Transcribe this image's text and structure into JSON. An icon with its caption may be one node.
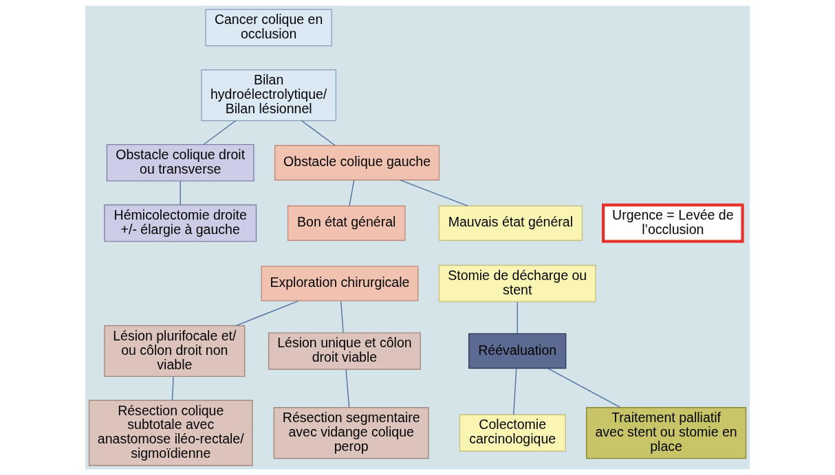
{
  "diagram": {
    "nodes": [
      {
        "text": [
          "Cancer colique en occlusion"
        ]
      },
      {
        "text": [
          "Bilan hydroélectrolytique/ Bilan lésionnel"
        ]
      },
      {
        "text": [
          "Obstacle colique droit ou transverse"
        ]
      },
      {
        "text": [
          "Hémicolectomie droite +/- élargie à gauche"
        ]
      },
      {
        "text": [
          "Obstacle colique gauche"
        ]
      },
      {
        "text": [
          "Bon état général"
        ]
      },
      {
        "text": [
          "Mauvais état général"
        ]
      },
      {
        "text": [
          "Urgence = Levée de l’occlusion"
        ]
      },
      {
        "text": [
          "Exploration chirurgicale"
        ]
      },
      {
        "text": [
          "Stomie de décharge ou stent"
        ]
      },
      {
        "text": [
          "Lésion plurifocale et/ ou côlon droit non viable"
        ]
      },
      {
        "text": [
          "Lésion unique et côlon droit viable"
        ]
      },
      {
        "text": [
          "Réévaluation"
        ]
      },
      {
        "text": [
          "Résection segmentaire avec vidange colique perop"
        ]
      },
      {
        "text": [
          "Colectomie carcinologique"
        ]
      },
      {
        "text": [
          "Résection colique subtotale avec anastomose iléo-rectale/ sigmoïdienne"
        ]
      },
      {
        "text": [
          "Traitement palliatif avec stent ou stomie en place"
        ]
      }
    ],
    "edges": [
      {
        "from": 1,
        "to": 2,
        "arrow": "none"
      },
      {
        "from": 1,
        "to": 4,
        "arrow": "none"
      },
      {
        "from": 2,
        "to": 3,
        "arrow": "none"
      },
      {
        "from": 4,
        "to": 5,
        "arrow": "none"
      },
      {
        "from": 4,
        "to": 6,
        "arrow": "none"
      },
      {
        "from": 8,
        "to": 10,
        "arrow": "none"
      },
      {
        "from": 8,
        "to": 11,
        "arrow": "none"
      },
      {
        "from": 10,
        "to": 15,
        "arrow": "none"
      },
      {
        "from": 11,
        "to": 13,
        "arrow": "none"
      },
      {
        "from": 9,
        "to": 12,
        "arrow": "none"
      },
      {
        "from": 12,
        "to": 14,
        "arrow": "none"
      },
      {
        "from": 12,
        "to": 16,
        "arrow": "none"
      }
    ]
  }
}
